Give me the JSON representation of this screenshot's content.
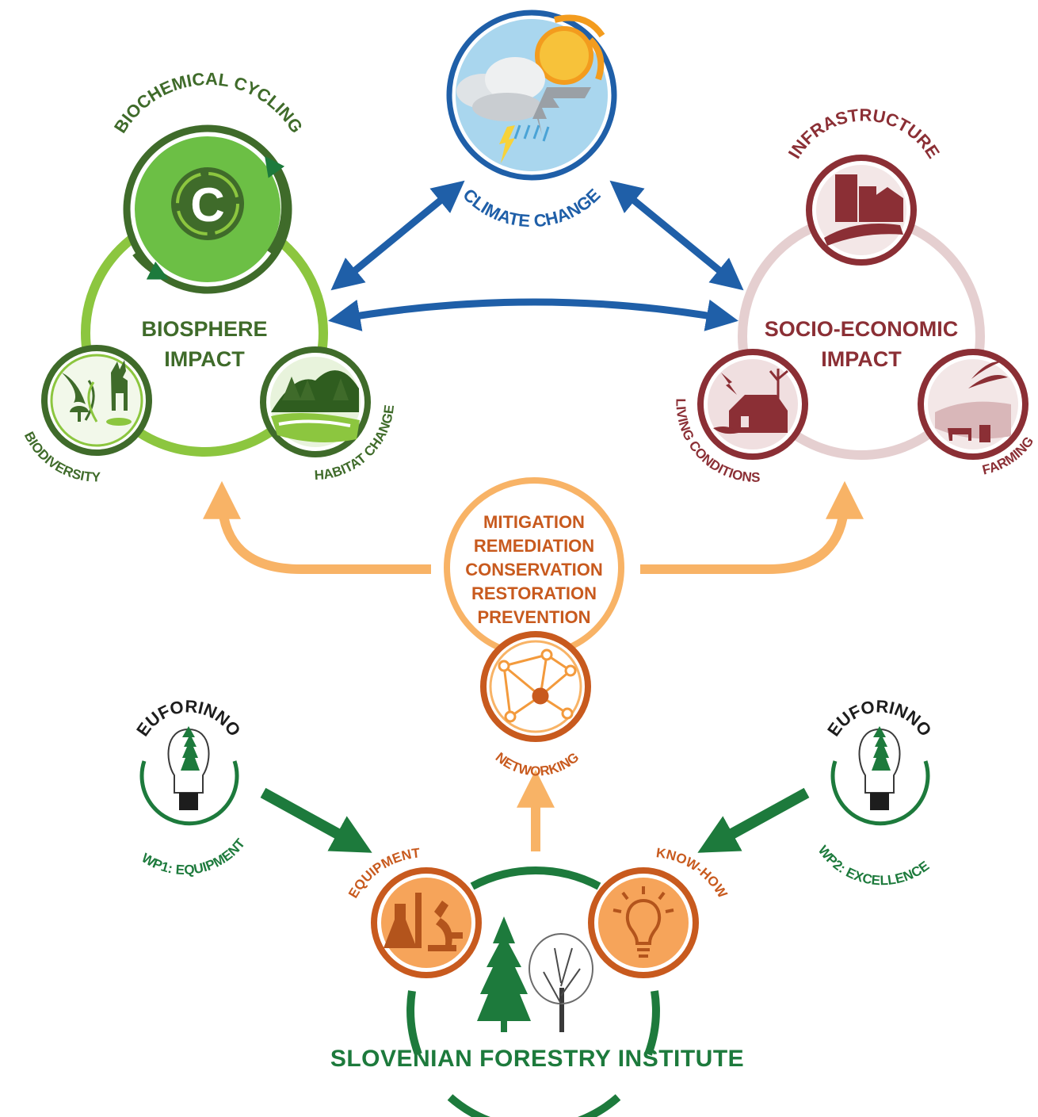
{
  "hubs": {
    "biosphere": {
      "line1": "BIOSPHERE",
      "line2": "IMPACT"
    },
    "socio": {
      "line1": "SOCIO-ECONOMIC",
      "line2": "IMPACT"
    }
  },
  "nodes": {
    "climate": {
      "label": "CLIMATE CHANGE"
    },
    "biochemical": {
      "label": "BIOCHEMICAL CYCLING",
      "symbol": "C"
    },
    "biodiversity": {
      "label": "BIODIVERSITY"
    },
    "habitat": {
      "label": "HABITAT CHANGE"
    },
    "infrastructure": {
      "label": "INFRASTRUCTURE"
    },
    "living": {
      "label": "LIVING CONDITIONS"
    },
    "farming": {
      "label": "FARMING"
    },
    "networking": {
      "label": "NETWORKING"
    },
    "equipment": {
      "label": "EQUIPMENT"
    },
    "knowhow": {
      "label": "KNOW-HOW"
    }
  },
  "actions": [
    "MITIGATION",
    "REMEDIATION",
    "CONSERVATION",
    "RESTORATION",
    "PREVENTION"
  ],
  "projects": [
    {
      "name": "EUFORINNO",
      "wp": "WP1: EQUIPMENT"
    },
    {
      "name": "EUFORINNO",
      "wp": "WP2: EXCELLENCE"
    }
  ],
  "institute": {
    "name": "SLOVENIAN FORESTRY INSTITUTE"
  },
  "colors": {
    "green_dark": "#3f6b2a",
    "green_light": "#8cc63f",
    "green_fill": "#6cbf45",
    "blue": "#1f5fa8",
    "maroon": "#8b2f35",
    "maroon_pale": "#e5cfd0",
    "orange_dark": "#c85a1e",
    "orange_light": "#f8b366",
    "orange_fill": "#f6a45a",
    "forest_green": "#1d7a3c"
  }
}
